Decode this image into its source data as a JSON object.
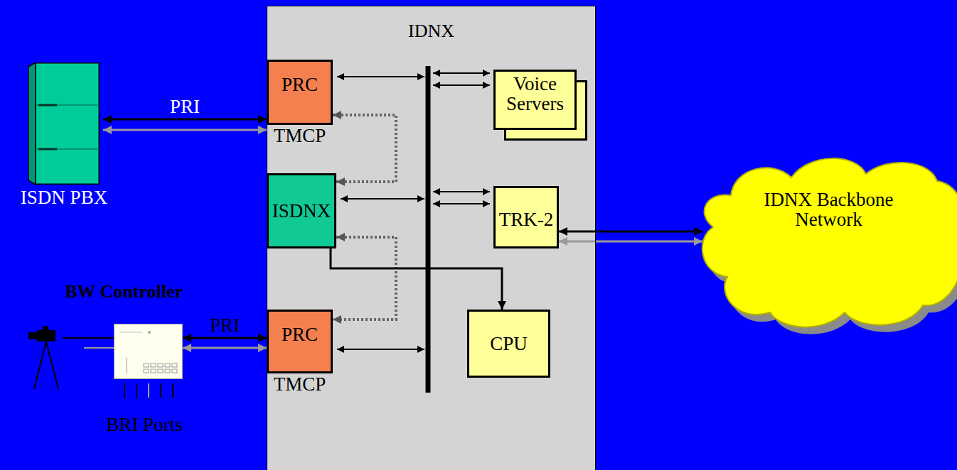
{
  "diagram": {
    "nodes": [
      {
        "text": [
          "ISDN PBX"
        ]
      },
      {
        "text": [
          "IDNX"
        ]
      },
      {
        "text": [
          "PRC",
          "TMCP"
        ],
        "in": 1
      },
      {
        "text": [
          "Voice Servers"
        ],
        "in": 1
      },
      {
        "text": [
          "ISDNX"
        ],
        "in": 1
      },
      {
        "text": [
          "TRK-2"
        ],
        "in": 1
      },
      {
        "text": [
          "IDNX Backbone Network"
        ]
      },
      {
        "text": [
          "BW Controller"
        ]
      },
      {
        "text": [
          "PRC",
          "TMCP"
        ],
        "in": 1
      },
      {
        "text": [
          "CPU"
        ],
        "in": 1
      }
    ],
    "edges": [
      {
        "from": 0,
        "to": 2,
        "label": "PRI",
        "arrow": "both"
      },
      {
        "from": 2,
        "to": 4,
        "arrow": "both"
      },
      {
        "from": 4,
        "to": 8,
        "arrow": "both"
      },
      {
        "from": 4,
        "to": 9,
        "arrow": "to"
      },
      {
        "from": 5,
        "to": 6,
        "arrow": "both"
      },
      {
        "from": 7,
        "to": 8,
        "label": "PRI",
        "arrow": "both"
      }
    ],
    "labels": [
      "BRI Ports"
    ]
  }
}
